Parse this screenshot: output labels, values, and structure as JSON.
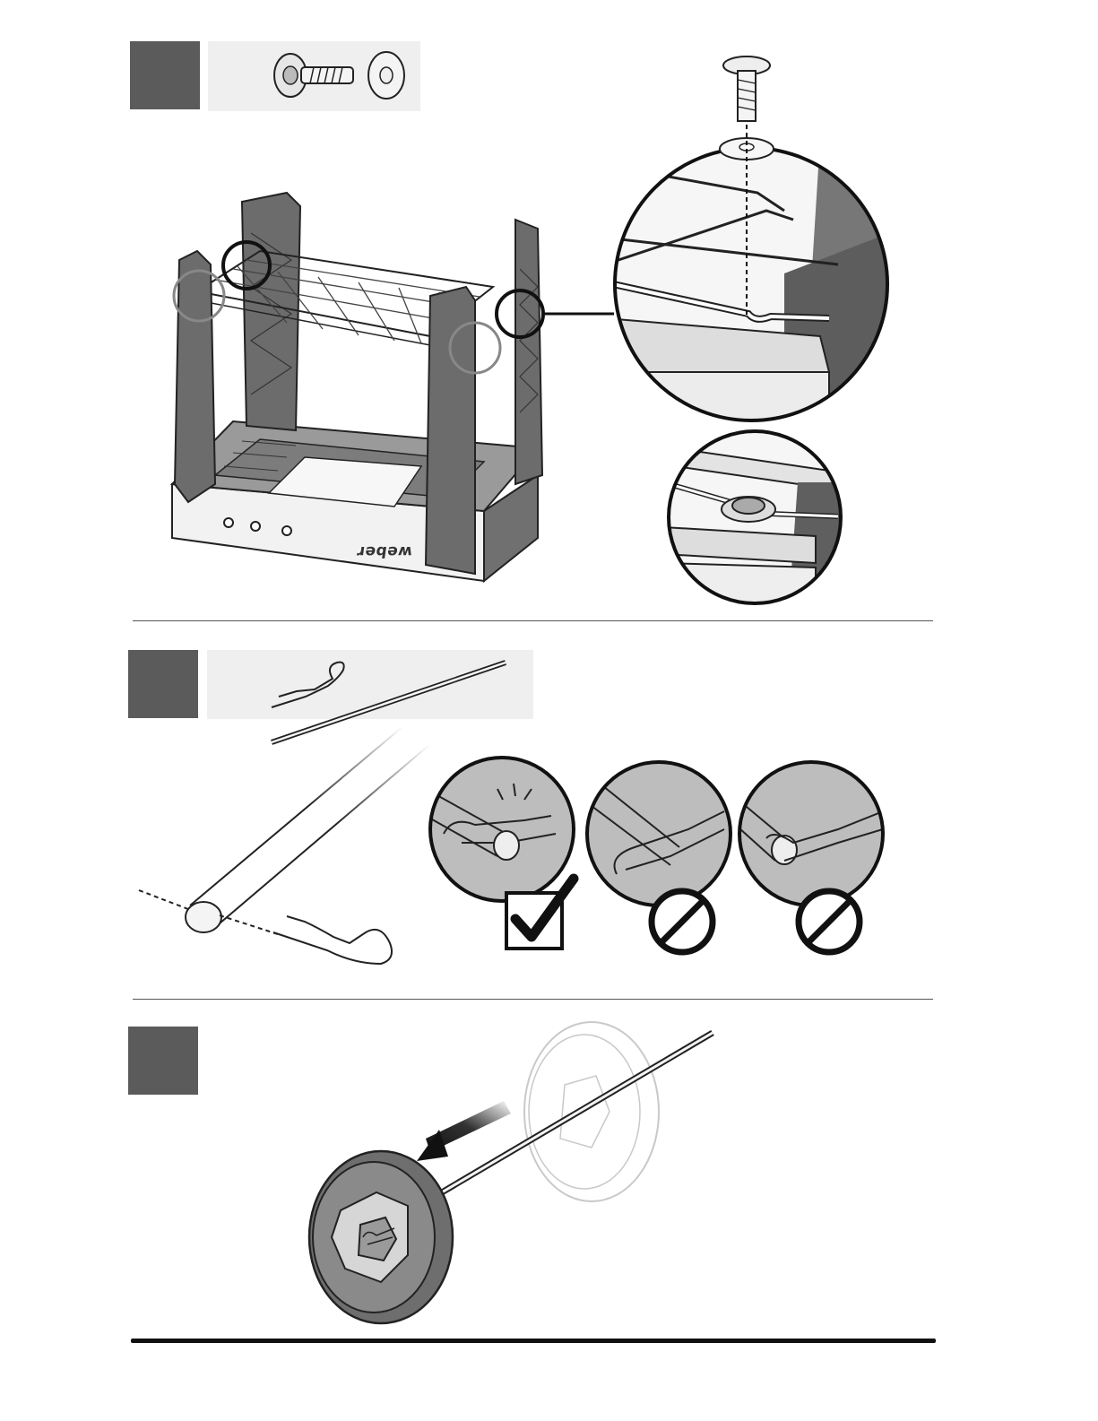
{
  "document": {
    "brand_wordmark": "weber",
    "steps": [
      {
        "id": "step-1",
        "parts": [
          "screw-icon",
          "washer-icon"
        ],
        "details": [
          "rack-hook-detail",
          "installed-screw-detail"
        ]
      },
      {
        "id": "step-2",
        "parts": [
          "hair-pin-clip-icon",
          "axle-rod-icon"
        ],
        "checks": [
          {
            "icon": "checkmark-box-icon",
            "meaning": "correct"
          },
          {
            "icon": "prohibited-icon",
            "meaning": "incorrect"
          },
          {
            "icon": "prohibited-icon",
            "meaning": "incorrect"
          }
        ]
      },
      {
        "id": "step-3",
        "parts": [
          "wheel-icon",
          "axle-rod-icon",
          "arrow-left-icon"
        ]
      }
    ]
  },
  "colors": {
    "badge": "#5b5b5b",
    "panel": "#efefef",
    "line": "#222222",
    "part_fill": "#8a8a8a"
  }
}
